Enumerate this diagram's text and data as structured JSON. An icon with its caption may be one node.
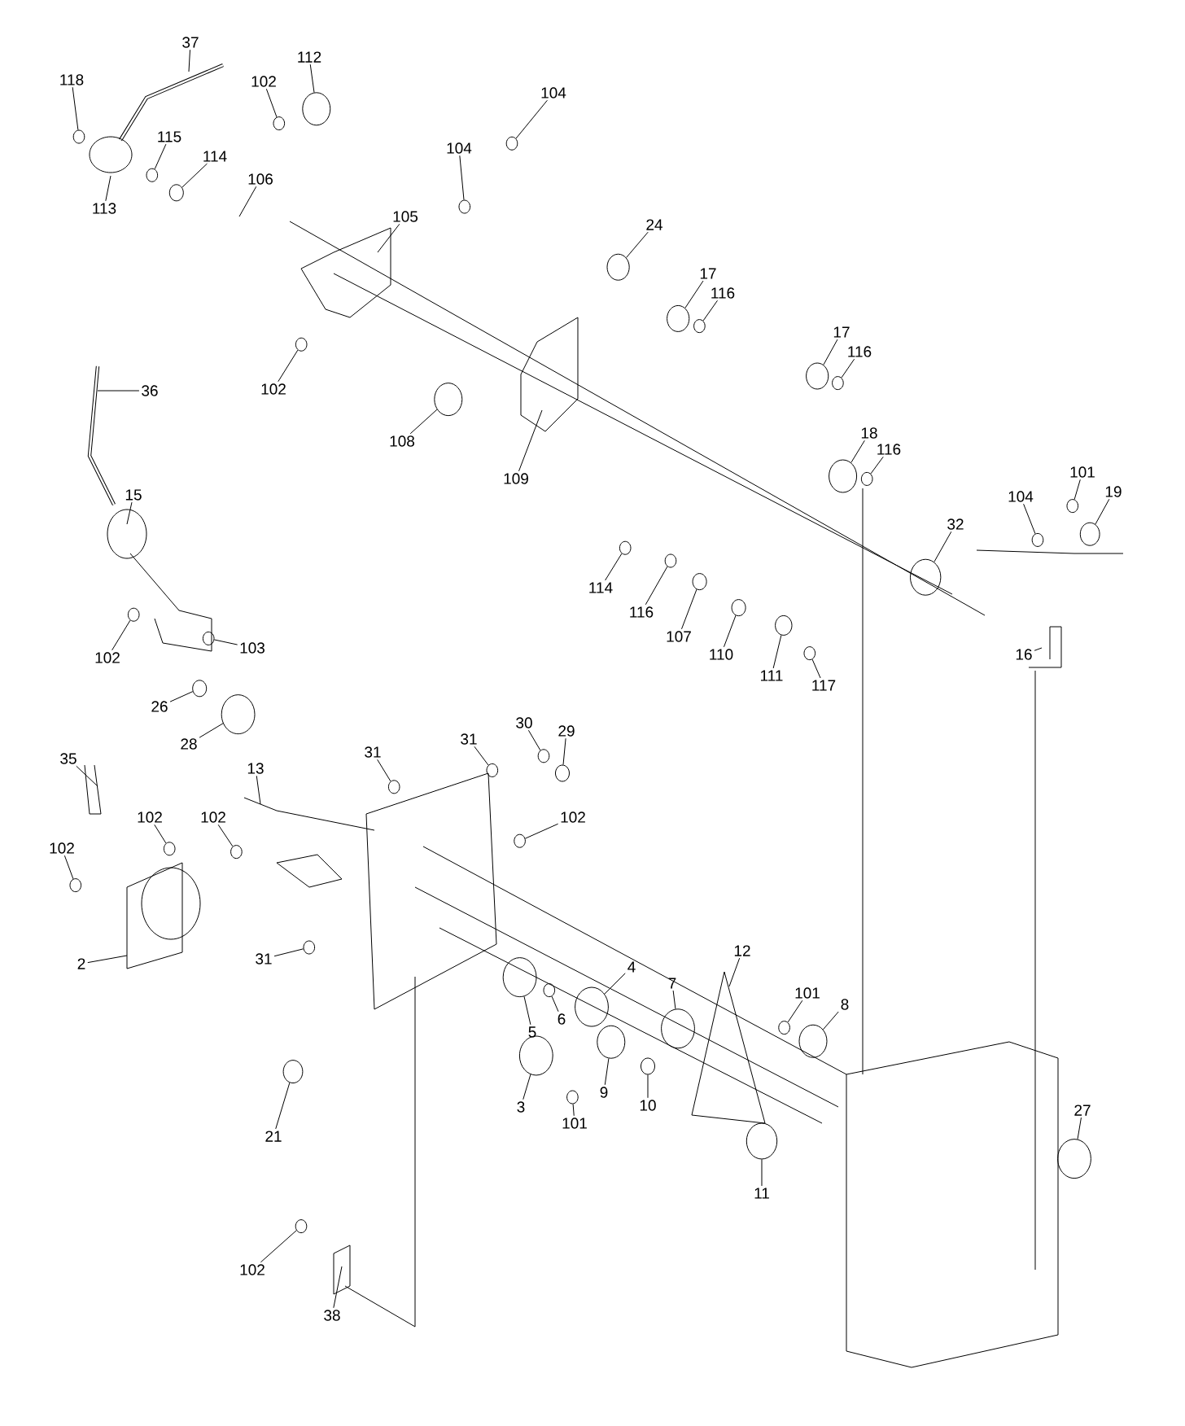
{
  "diagram": {
    "nodes": [
      {
        "text": [
          "37"
        ]
      },
      {
        "text": [
          "118"
        ]
      },
      {
        "text": [
          "112"
        ]
      },
      {
        "text": [
          "102"
        ]
      },
      {
        "text": [
          "104"
        ]
      },
      {
        "text": [
          "115"
        ]
      },
      {
        "text": [
          "114"
        ]
      },
      {
        "text": [
          "106"
        ]
      },
      {
        "text": [
          "113"
        ]
      },
      {
        "text": [
          "104"
        ]
      },
      {
        "text": [
          "105"
        ]
      },
      {
        "text": [
          "24"
        ]
      },
      {
        "text": [
          "17"
        ]
      },
      {
        "text": [
          "116"
        ]
      },
      {
        "text": [
          "17"
        ]
      },
      {
        "text": [
          "116"
        ]
      },
      {
        "text": [
          "102"
        ]
      },
      {
        "text": [
          "36"
        ]
      },
      {
        "text": [
          "108"
        ]
      },
      {
        "text": [
          "109"
        ]
      },
      {
        "text": [
          "18"
        ]
      },
      {
        "text": [
          "116"
        ]
      },
      {
        "text": [
          "15"
        ]
      },
      {
        "text": [
          "104"
        ]
      },
      {
        "text": [
          "101"
        ]
      },
      {
        "text": [
          "19"
        ]
      },
      {
        "text": [
          "32"
        ]
      },
      {
        "text": [
          "102"
        ]
      },
      {
        "text": [
          "103"
        ]
      },
      {
        "text": [
          "114"
        ]
      },
      {
        "text": [
          "116"
        ]
      },
      {
        "text": [
          "107"
        ]
      },
      {
        "text": [
          "110"
        ]
      },
      {
        "text": [
          "111"
        ]
      },
      {
        "text": [
          "117"
        ]
      },
      {
        "text": [
          "16"
        ]
      },
      {
        "text": [
          "26"
        ]
      },
      {
        "text": [
          "28"
        ]
      },
      {
        "text": [
          "35"
        ]
      },
      {
        "text": [
          "13"
        ]
      },
      {
        "text": [
          "31"
        ]
      },
      {
        "text": [
          "30"
        ]
      },
      {
        "text": [
          "29"
        ]
      },
      {
        "text": [
          "31"
        ]
      },
      {
        "text": [
          "102"
        ]
      },
      {
        "text": [
          "102"
        ]
      },
      {
        "text": [
          "102"
        ]
      },
      {
        "text": [
          "102"
        ]
      },
      {
        "text": [
          "2"
        ]
      },
      {
        "text": [
          "31"
        ]
      },
      {
        "text": [
          "12"
        ]
      },
      {
        "text": [
          "4"
        ]
      },
      {
        "text": [
          "101"
        ]
      },
      {
        "text": [
          "8"
        ]
      },
      {
        "text": [
          "7"
        ]
      },
      {
        "text": [
          "5"
        ]
      },
      {
        "text": [
          "6"
        ]
      },
      {
        "text": [
          "9"
        ]
      },
      {
        "text": [
          "3"
        ]
      },
      {
        "text": [
          "101"
        ]
      },
      {
        "text": [
          "10"
        ]
      },
      {
        "text": [
          "21"
        ]
      },
      {
        "text": [
          "11"
        ]
      },
      {
        "text": [
          "27"
        ]
      },
      {
        "text": [
          "102"
        ]
      },
      {
        "text": [
          "38"
        ]
      },
      {
        "text": [],
        "shape": "circle"
      },
      {
        "text": [],
        "shape": "circle"
      },
      {
        "text": [],
        "shape": "circle"
      },
      {
        "text": [],
        "shape": "circle"
      },
      {
        "text": [],
        "shape": "circle"
      },
      {
        "text": [],
        "shape": "circle"
      },
      {
        "text": [],
        "shape": "circle"
      },
      {
        "text": [],
        "shape": "circle"
      },
      {
        "text": [],
        "shape": "circle"
      },
      {
        "text": [],
        "shape": "circle"
      },
      {
        "text": [],
        "shape": "circle"
      },
      {
        "text": [],
        "shape": "circle"
      },
      {
        "text": [],
        "shape": "circle"
      },
      {
        "text": [],
        "shape": "circle"
      },
      {
        "text": [],
        "shape": "circle"
      },
      {
        "text": [],
        "shape": "circle"
      },
      {
        "text": [],
        "shape": "circle"
      },
      {
        "text": [],
        "shape": "circle"
      },
      {
        "text": [],
        "shape": "circle"
      },
      {
        "text": [],
        "shape": "circle"
      },
      {
        "text": [],
        "shape": "circle"
      },
      {
        "text": [],
        "shape": "circle"
      },
      {
        "text": [],
        "shape": "circle"
      },
      {
        "text": [],
        "shape": "circle"
      },
      {
        "text": [],
        "shape": "circle"
      },
      {
        "text": [],
        "shape": "circle"
      },
      {
        "text": [],
        "shape": "circle"
      },
      {
        "text": [],
        "shape": "circle"
      },
      {
        "text": [],
        "shape": "circle"
      },
      {
        "text": [],
        "shape": "circle"
      },
      {
        "text": [],
        "shape": "circle"
      },
      {
        "text": [],
        "shape": "circle"
      },
      {
        "text": [],
        "shape": "circle"
      },
      {
        "text": [],
        "shape": "circle"
      },
      {
        "text": [],
        "shape": "circle"
      },
      {
        "text": [],
        "shape": "circle"
      },
      {
        "text": [],
        "shape": "circle"
      },
      {
        "text": [],
        "shape": "circle"
      },
      {
        "text": [],
        "shape": "circle"
      },
      {
        "text": [],
        "shape": "circle"
      },
      {
        "text": [],
        "shape": "circle"
      },
      {
        "text": [],
        "shape": "circle"
      },
      {
        "text": [],
        "shape": "circle"
      },
      {
        "text": [],
        "shape": "circle"
      },
      {
        "text": [],
        "shape": "circle"
      },
      {
        "text": [],
        "shape": "circle"
      },
      {
        "text": [],
        "shape": "circle"
      },
      {
        "text": [],
        "shape": "circle"
      },
      {
        "text": [],
        "shape": "circle"
      },
      {
        "text": [],
        "shape": "circle"
      },
      {
        "text": [],
        "shape": "circle"
      },
      {
        "text": [],
        "shape": "circle"
      },
      {
        "text": [],
        "shape": "circle"
      }
    ],
    "edges": [
      {
        "from": 0,
        "to": null,
        "arrow": "none"
      },
      {
        "from": 1,
        "to": 66,
        "arrow": "none"
      },
      {
        "from": 2,
        "to": 67,
        "arrow": "none"
      },
      {
        "from": 3,
        "to": 68,
        "arrow": "none"
      },
      {
        "from": 4,
        "to": 69,
        "arrow": "none"
      },
      {
        "from": 5,
        "to": 70,
        "arrow": "none"
      },
      {
        "from": 6,
        "to": 71,
        "arrow": "none"
      },
      {
        "from": 7,
        "to": null,
        "arrow": "none"
      },
      {
        "from": 8,
        "to": null,
        "arrow": "none"
      },
      {
        "from": 9,
        "to": 72,
        "arrow": "none"
      },
      {
        "from": 10,
        "to": null,
        "arrow": "none"
      },
      {
        "from": 11,
        "to": 73,
        "arrow": "none"
      },
      {
        "from": 12,
        "to": 74,
        "arrow": "none"
      },
      {
        "from": 13,
        "to": 75,
        "arrow": "none"
      },
      {
        "from": 14,
        "to": 76,
        "arrow": "none"
      },
      {
        "from": 15,
        "to": 77,
        "arrow": "none"
      },
      {
        "from": 16,
        "to": 78,
        "arrow": "none"
      },
      {
        "from": 17,
        "to": null,
        "arrow": "none"
      },
      {
        "from": 18,
        "to": 79,
        "arrow": "none"
      },
      {
        "from": 19,
        "to": null,
        "arrow": "none"
      },
      {
        "from": 20,
        "to": 80,
        "arrow": "none"
      },
      {
        "from": 21,
        "to": 81,
        "arrow": "none"
      },
      {
        "from": 22,
        "to": null,
        "arrow": "none"
      },
      {
        "from": 23,
        "to": 82,
        "arrow": "none"
      },
      {
        "from": 24,
        "to": 83,
        "arrow": "none"
      },
      {
        "from": 25,
        "to": 84,
        "arrow": "none"
      },
      {
        "from": 26,
        "to": 85,
        "arrow": "none"
      },
      {
        "from": 27,
        "to": 86,
        "arrow": "none"
      },
      {
        "from": 28,
        "to": 87,
        "arrow": "none"
      },
      {
        "from": 29,
        "to": 88,
        "arrow": "none"
      },
      {
        "from": 30,
        "to": 89,
        "arrow": "none"
      },
      {
        "from": 31,
        "to": 90,
        "arrow": "none"
      },
      {
        "from": 32,
        "to": 91,
        "arrow": "none"
      },
      {
        "from": 33,
        "to": 92,
        "arrow": "none"
      },
      {
        "from": 34,
        "to": 93,
        "arrow": "none"
      },
      {
        "from": 35,
        "to": null,
        "arrow": "none"
      },
      {
        "from": 36,
        "to": 94,
        "arrow": "none"
      },
      {
        "from": 37,
        "to": 95,
        "arrow": "none"
      },
      {
        "from": 38,
        "to": null,
        "arrow": "none"
      },
      {
        "from": 39,
        "to": null,
        "arrow": "none"
      },
      {
        "from": 40,
        "to": 96,
        "arrow": "none"
      },
      {
        "from": 41,
        "to": 97,
        "arrow": "none"
      },
      {
        "from": 42,
        "to": 98,
        "arrow": "none"
      },
      {
        "from": 43,
        "to": 99,
        "arrow": "none"
      },
      {
        "from": 44,
        "to": 100,
        "arrow": "none"
      },
      {
        "from": 45,
        "to": 101,
        "arrow": "none"
      },
      {
        "from": 46,
        "to": 102,
        "arrow": "none"
      },
      {
        "from": 47,
        "to": 103,
        "arrow": "none"
      },
      {
        "from": 48,
        "to": null,
        "arrow": "none"
      },
      {
        "from": 49,
        "to": 104,
        "arrow": "none"
      },
      {
        "from": 50,
        "to": null,
        "arrow": "none"
      },
      {
        "from": 51,
        "to": 105,
        "arrow": "none"
      },
      {
        "from": 52,
        "to": 106,
        "arrow": "none"
      },
      {
        "from": 53,
        "to": 107,
        "arrow": "none"
      },
      {
        "from": 54,
        "to": 108,
        "arrow": "none"
      },
      {
        "from": 55,
        "to": 109,
        "arrow": "none"
      },
      {
        "from": 56,
        "to": 110,
        "arrow": "none"
      },
      {
        "from": 57,
        "to": 111,
        "arrow": "none"
      },
      {
        "from": 58,
        "to": 112,
        "arrow": "none"
      },
      {
        "from": 59,
        "to": 113,
        "arrow": "none"
      },
      {
        "from": 60,
        "to": 114,
        "arrow": "none"
      },
      {
        "from": 61,
        "to": 115,
        "arrow": "none"
      },
      {
        "from": 62,
        "to": 116,
        "arrow": "none"
      },
      {
        "from": 63,
        "to": 117,
        "arrow": "none"
      },
      {
        "from": 64,
        "to": 118,
        "arrow": "none"
      },
      {
        "from": 65,
        "to": null,
        "arrow": "none"
      }
    ]
  }
}
